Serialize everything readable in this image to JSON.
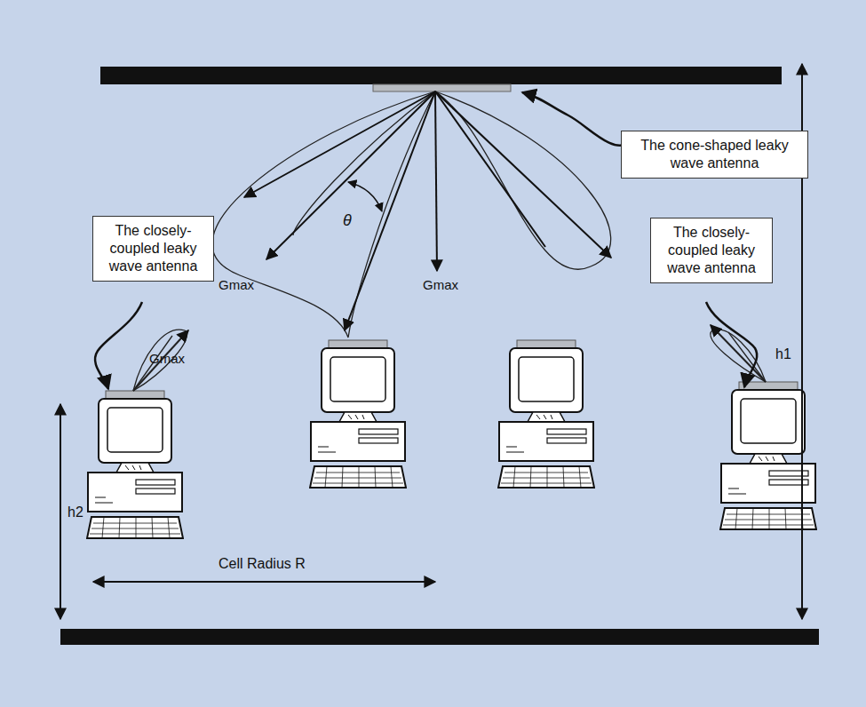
{
  "diagram": {
    "nodes": [
      {
        "text": [
          "The cone-shaped leaky wave antenna"
        ]
      },
      {
        "text": [
          "The closely-coupled leaky wave antenna"
        ]
      },
      {
        "text": [
          "The closely-coupled leaky wave antenna"
        ]
      }
    ],
    "labels": [
      "θ",
      "Gmax",
      "Gmax",
      "Gmax",
      "h1",
      "h2",
      "Cell Radius R"
    ]
  }
}
